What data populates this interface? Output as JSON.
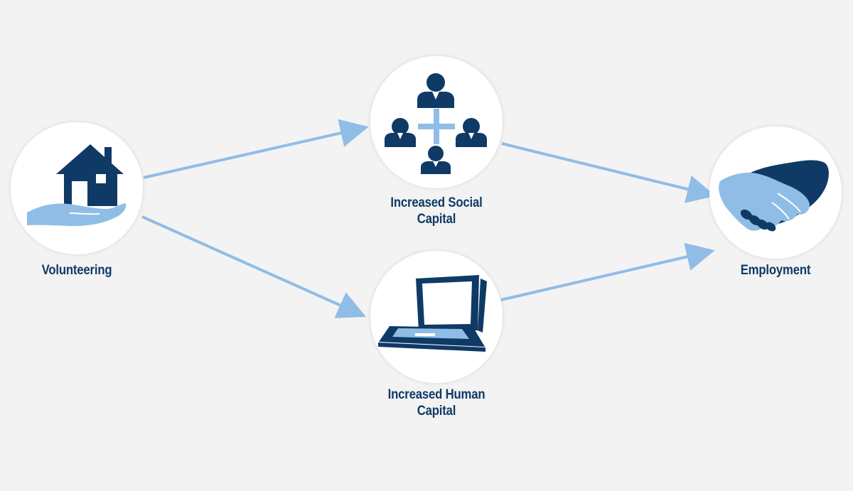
{
  "diagram": {
    "nodes": [
      {
        "id": "volunteering",
        "lines": [
          "Volunteering"
        ],
        "icon": "hand-house-icon"
      },
      {
        "id": "social",
        "lines": [
          "Increased Social",
          "Capital"
        ],
        "icon": "people-network-icon"
      },
      {
        "id": "human",
        "lines": [
          "Increased Human",
          "Capital"
        ],
        "icon": "laptop-icon"
      },
      {
        "id": "employment",
        "lines": [
          "Employment"
        ],
        "icon": "handshake-icon"
      }
    ],
    "edges": [
      {
        "from": "volunteering",
        "to": "social"
      },
      {
        "from": "volunteering",
        "to": "human"
      },
      {
        "from": "social",
        "to": "employment"
      },
      {
        "from": "human",
        "to": "employment"
      }
    ]
  },
  "colors": {
    "background": "#f3f3f3",
    "circle": "#ffffff",
    "dark_blue": "#0f3a66",
    "light_blue": "#8fbde6",
    "arrow": "#8fbde6"
  }
}
